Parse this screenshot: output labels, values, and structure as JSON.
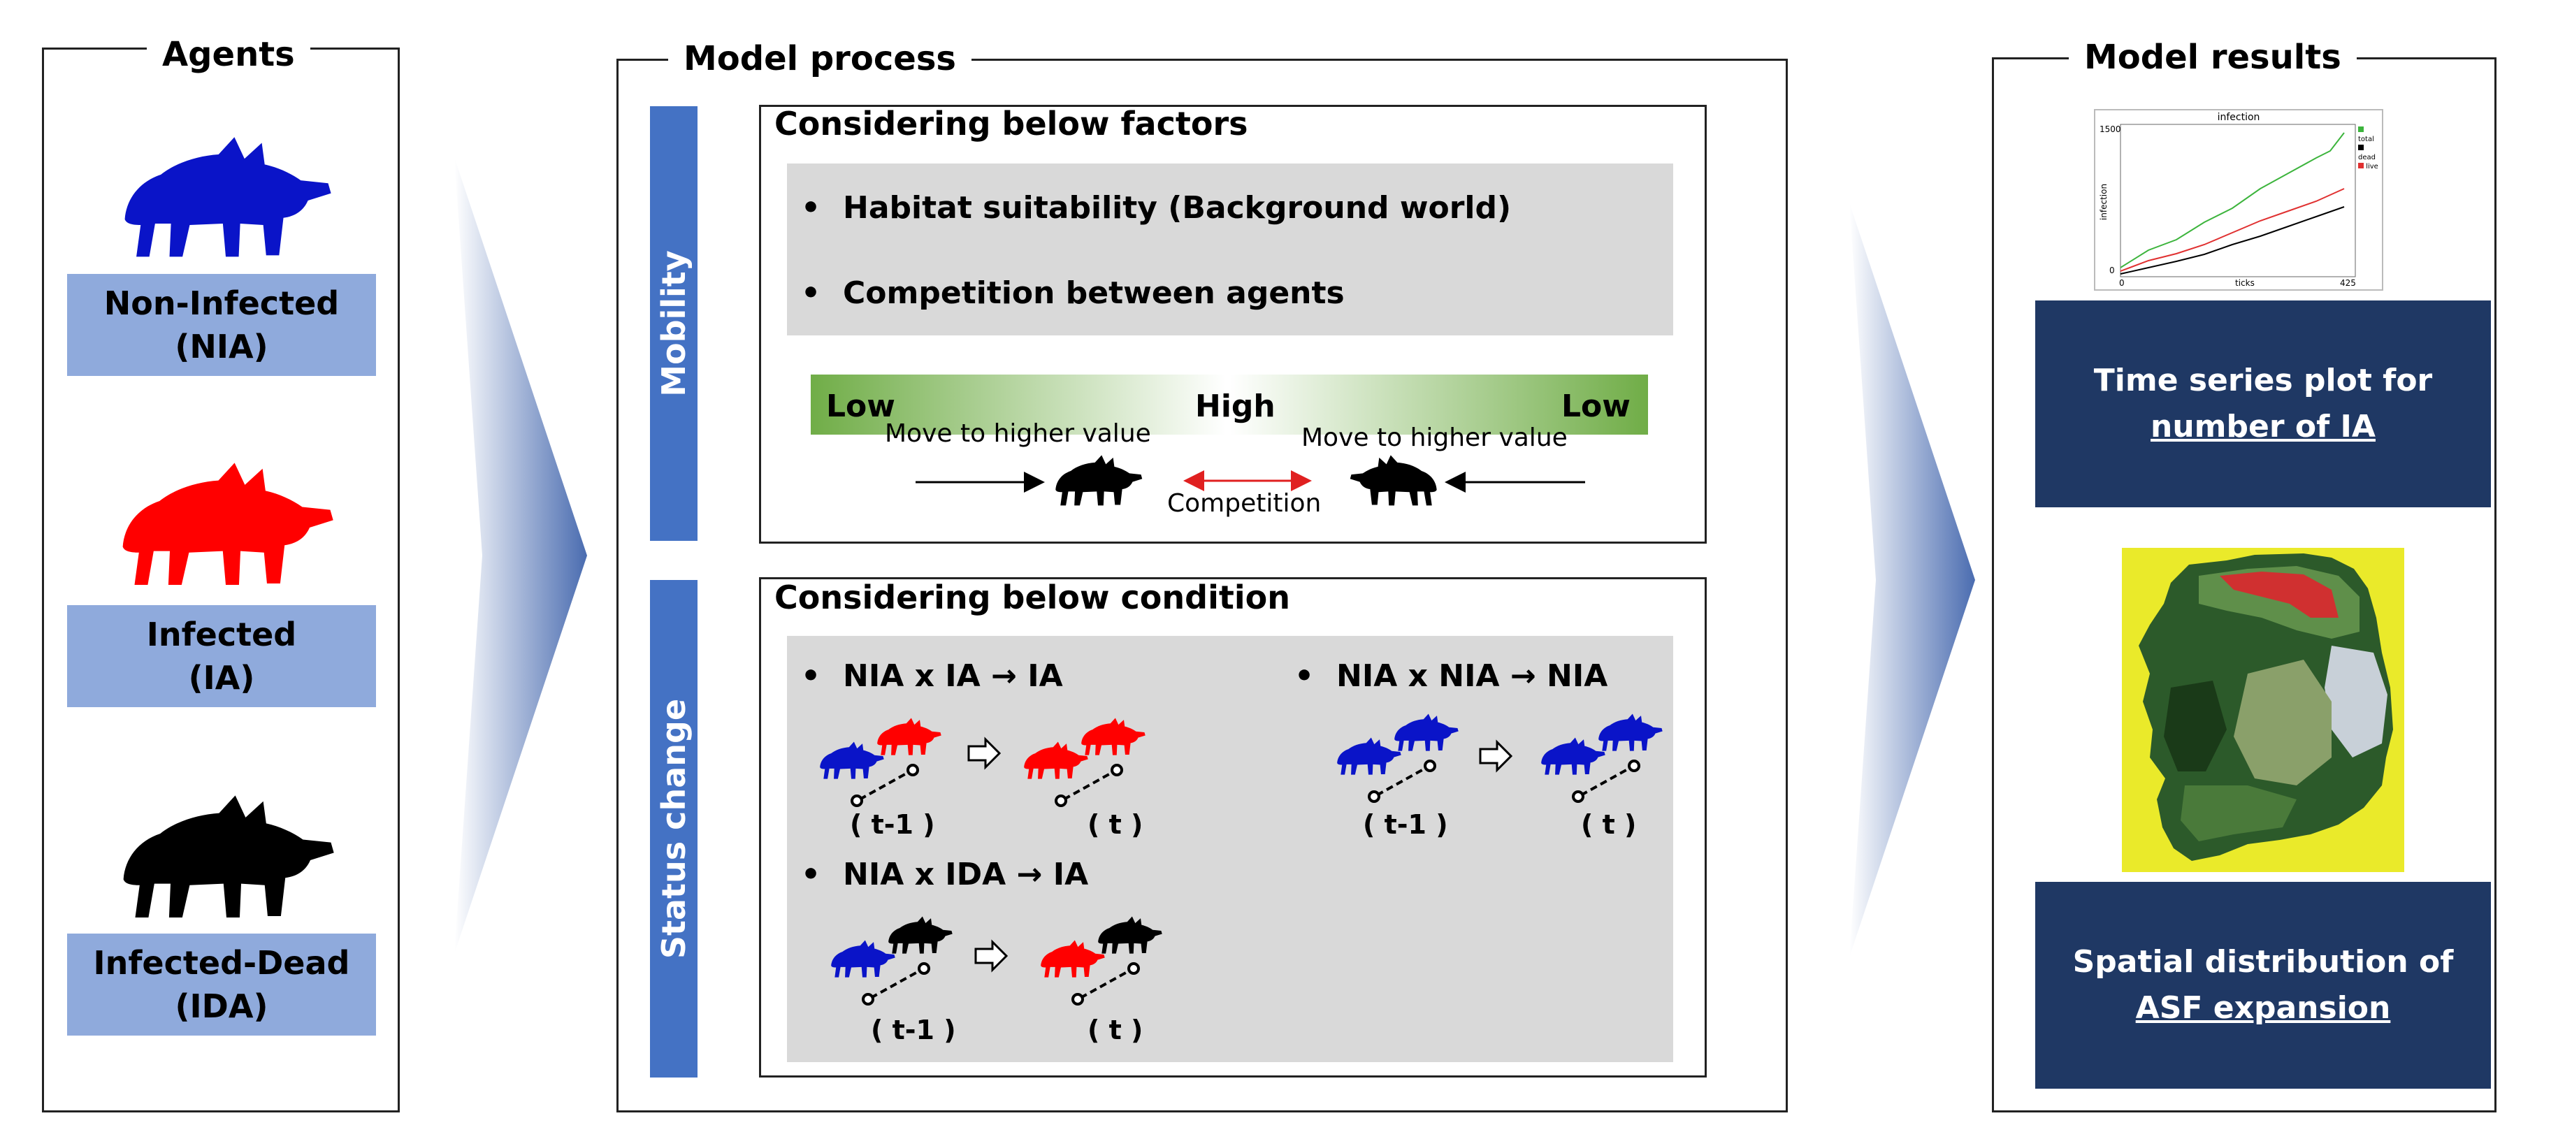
{
  "agents": {
    "title": "Agents",
    "items": [
      {
        "line1": "Non-Infected",
        "line2": "(NIA)",
        "color": "#0a14c8"
      },
      {
        "line1": "Infected",
        "line2": "(IA)",
        "color": "#ff0000"
      },
      {
        "line1": "Infected-Dead",
        "line2": "(IDA)",
        "color": "#000000"
      }
    ]
  },
  "process": {
    "title": "Model process",
    "mobility": {
      "side_label": "Mobility",
      "heading": "Considering below factors",
      "bullets": [
        "Habitat suitability (Background world)",
        "Competition between agents"
      ],
      "gradient": {
        "low_left": "Low",
        "high": "High",
        "low_right": "Low"
      },
      "move_left": "Move to higher value",
      "move_right": "Move to higher value",
      "competition": "Competition"
    },
    "status": {
      "side_label": "Status change",
      "heading": "Considering below condition",
      "rules": [
        "NIA x IA → IA",
        "NIA x NIA → NIA",
        "NIA x IDA → IA"
      ],
      "time_prev": "( t-1 )",
      "time_now": "( t )"
    }
  },
  "results": {
    "title": "Model results",
    "plot": {
      "title": "infection",
      "ylabel": "infection",
      "xlabel": "ticks",
      "ymax": "1500",
      "ymin": "0",
      "xmin": "0",
      "xmax": "425",
      "legend": [
        {
          "name": "total",
          "color": "#3cb43c"
        },
        {
          "name": "dead",
          "color": "#000000"
        },
        {
          "name": "live",
          "color": "#e03030"
        }
      ]
    },
    "box1": {
      "line1": "Time series plot for",
      "line2": "number of IA"
    },
    "box2": {
      "line1": "Spatial distribution of",
      "line2": "ASF expansion"
    }
  },
  "colors": {
    "nia": "#0a14c8",
    "ia": "#ff0000",
    "ida": "#000000",
    "accent_bar": "#4472c4",
    "result_box": "#1f3864",
    "agent_label": "#8faadc"
  }
}
